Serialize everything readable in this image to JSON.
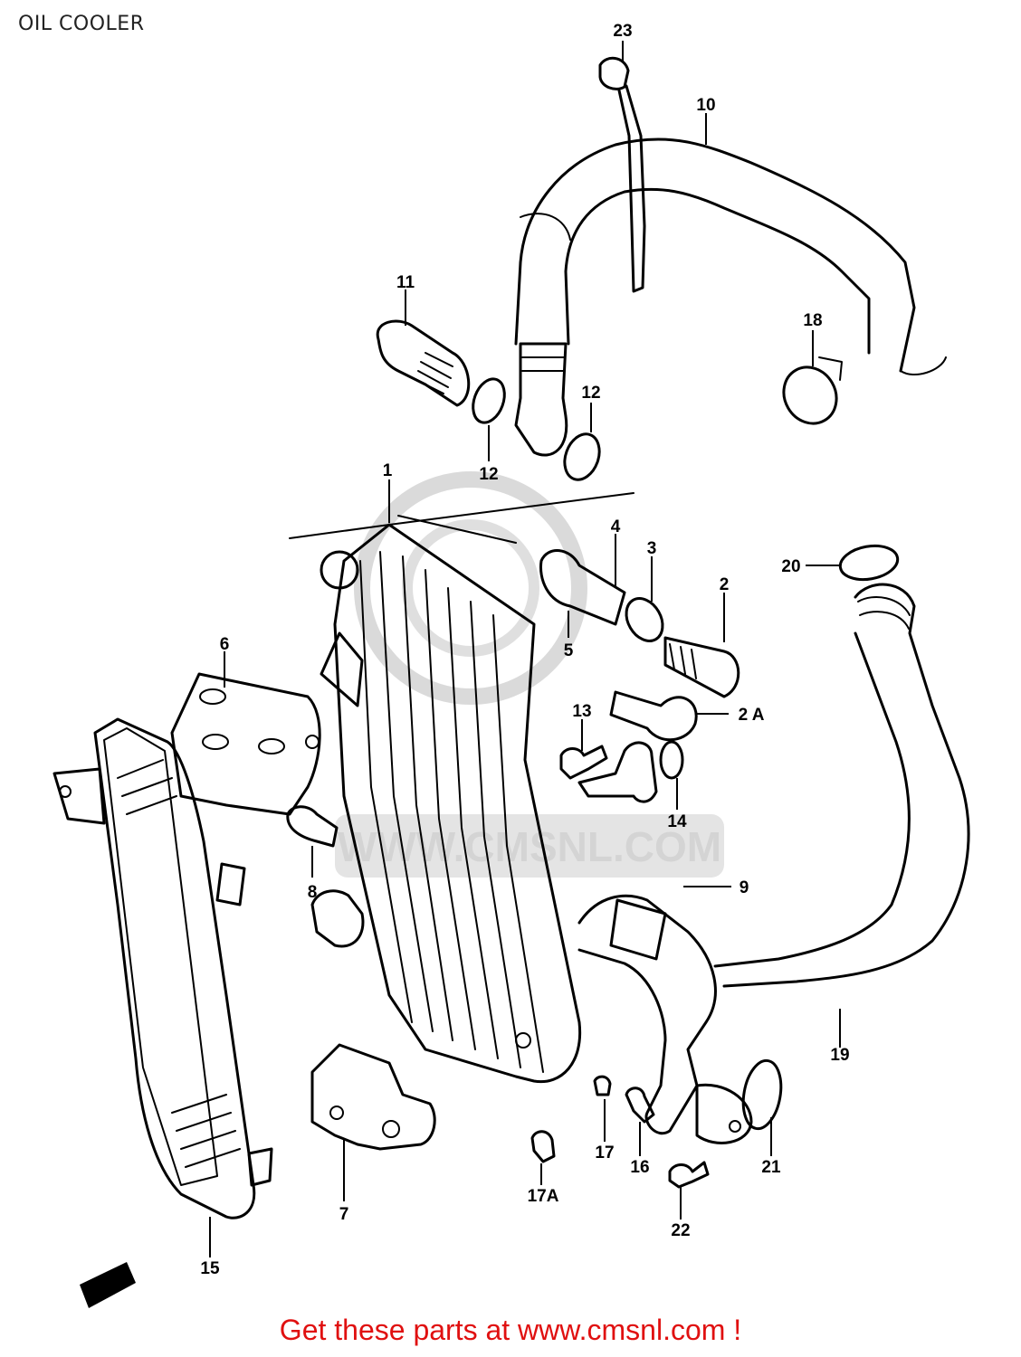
{
  "title": "OIL COOLER",
  "watermark": "WWW.CMSNL.COM",
  "footer": "Get these parts at www.cmsnl.com !",
  "part_labels": {
    "p1": "1",
    "p2": "2",
    "p2a": "2 A",
    "p3": "3",
    "p4": "4",
    "p5": "5",
    "p6": "6",
    "p7": "7",
    "p8": "8",
    "p9": "9",
    "p10": "10",
    "p11": "11",
    "p12a": "12",
    "p12b": "12",
    "p13": "13",
    "p14": "14",
    "p15": "15",
    "p16": "16",
    "p17": "17",
    "p17a": "17A",
    "p18": "18",
    "p19": "19",
    "p20": "20",
    "p21": "21",
    "p22": "22",
    "p23": "23"
  }
}
